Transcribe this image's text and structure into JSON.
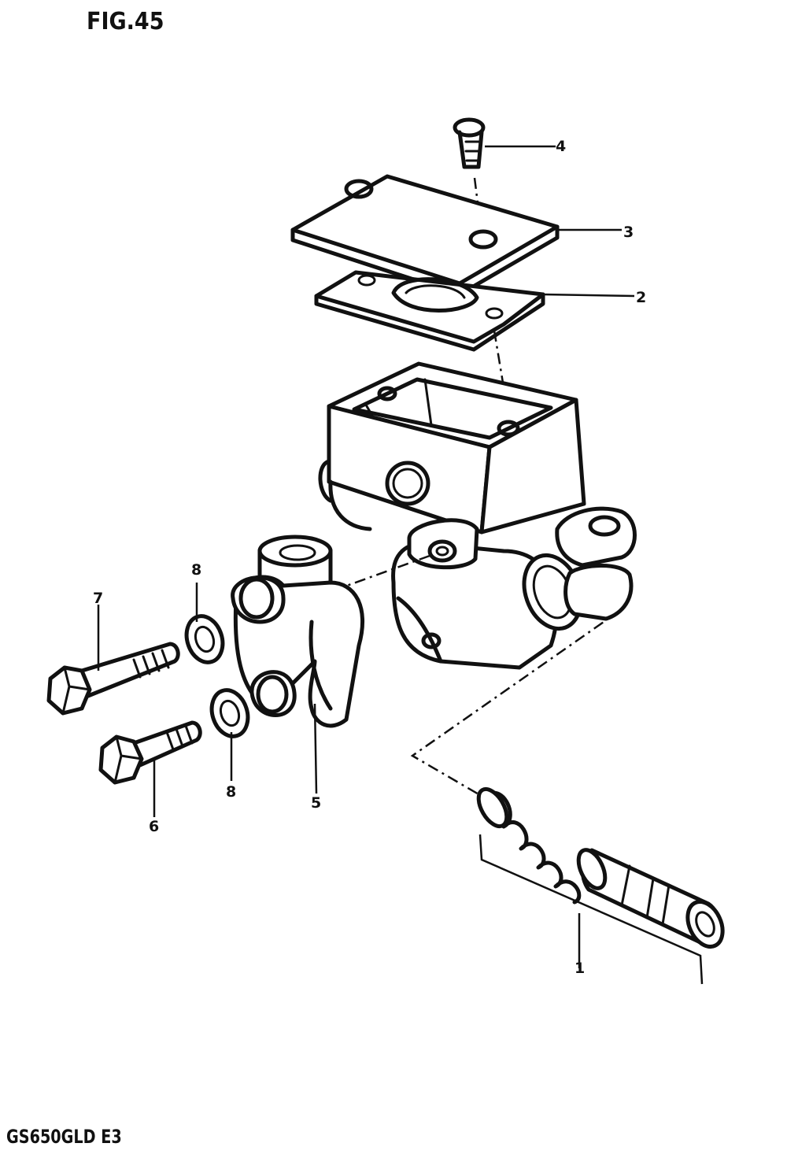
{
  "figure": {
    "title": "FIG.45",
    "model_code": "GS650GLD E3"
  },
  "callouts": [
    {
      "id": "part-1",
      "label": "1"
    },
    {
      "id": "part-2",
      "label": "2"
    },
    {
      "id": "part-3",
      "label": "3"
    },
    {
      "id": "part-4",
      "label": "4"
    },
    {
      "id": "part-5",
      "label": "5"
    },
    {
      "id": "part-6",
      "label": "6"
    },
    {
      "id": "part-7",
      "label": "7"
    },
    {
      "id": "part-8a",
      "label": "8"
    },
    {
      "id": "part-8b",
      "label": "8"
    }
  ]
}
